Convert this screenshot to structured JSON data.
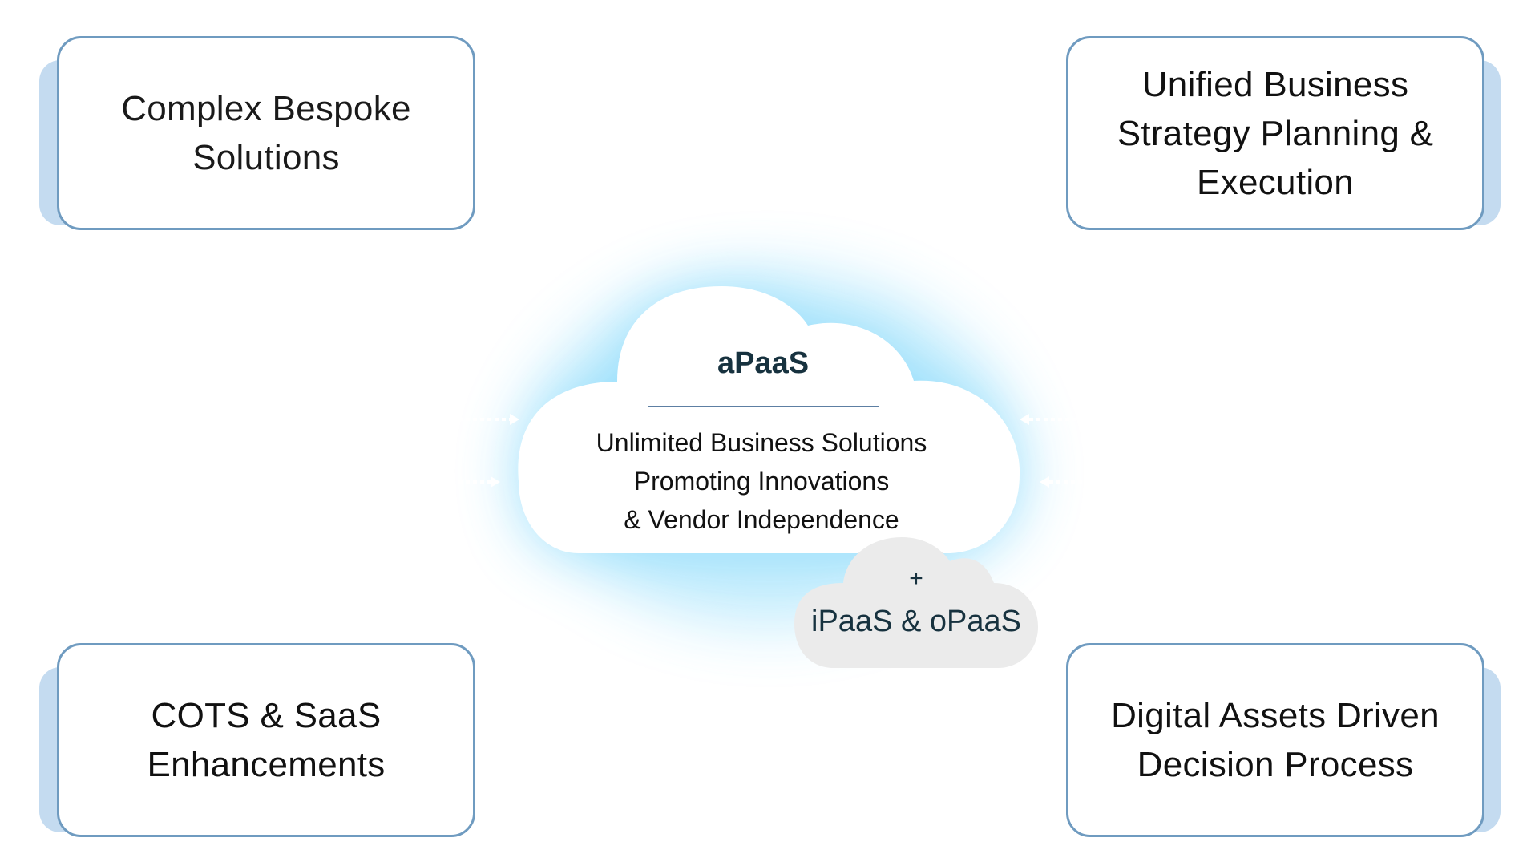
{
  "diagram": {
    "corner_boxes": [
      {
        "id": "top-left",
        "lines": [
          "Complex Bespoke",
          "Solutions"
        ]
      },
      {
        "id": "top-right",
        "lines": [
          "Unified Business",
          "Strategy Planning &",
          "Execution"
        ]
      },
      {
        "id": "bottom-left",
        "lines": [
          "COTS & SaaS",
          "Enhancements"
        ]
      },
      {
        "id": "bottom-right",
        "lines": [
          "Digital Assets Driven",
          "Decision Process"
        ]
      }
    ],
    "center_cloud": {
      "title": "aPaaS",
      "description": [
        "Unlimited Business Solutions",
        "Promoting Innovations",
        "& Vendor Independence"
      ]
    },
    "addon_cloud": {
      "prefix": "+",
      "label": "iPaaS & oPaaS"
    },
    "arrows": {
      "left": [
        "arrow-right",
        "arrow-right"
      ],
      "right": [
        "arrow-left",
        "arrow-left"
      ]
    }
  },
  "colors": {
    "box_border": "#6f9bc0",
    "box_shadow": "#c4dbf0",
    "glow": "#8fdcfb",
    "title_text": "#17323f",
    "addon_cloud_fill": "#ebebeb"
  }
}
